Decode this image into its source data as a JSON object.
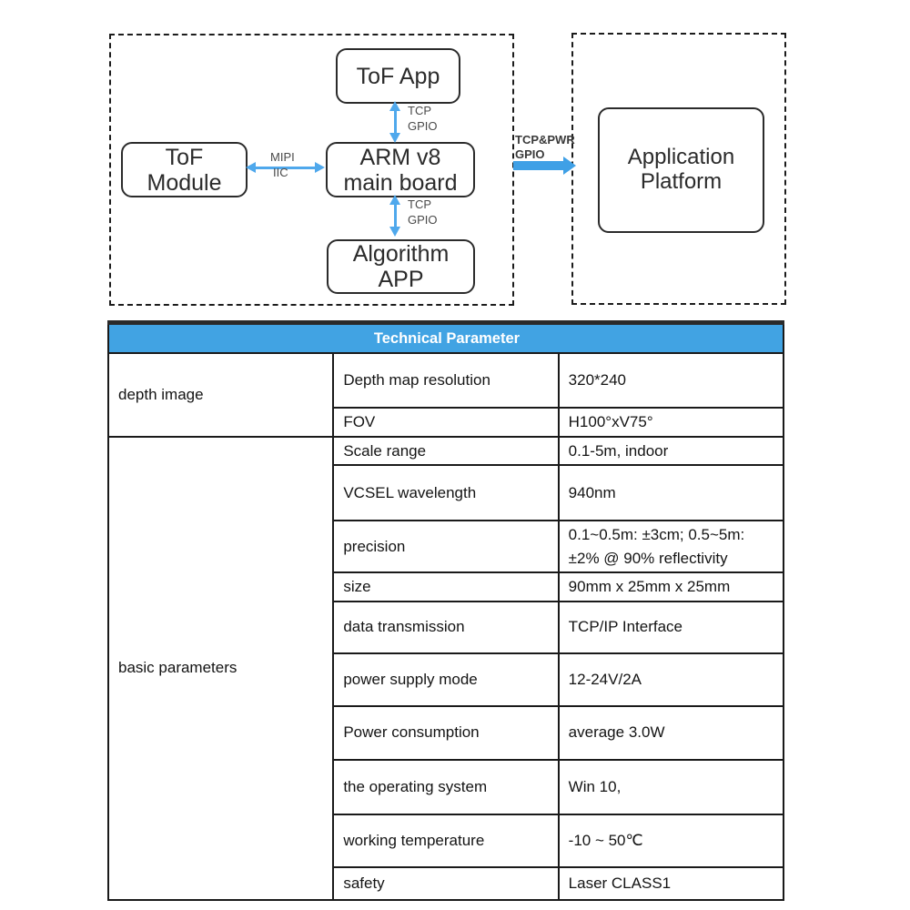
{
  "diagram": {
    "boxes": {
      "tof_app": "ToF App",
      "tof_module_line1": "ToF",
      "tof_module_line2": "Module",
      "arm_line1": "ARM v8",
      "arm_line2": "main board",
      "algorithm_line1": "Algorithm",
      "algorithm_line2": "APP",
      "platform_line1": "Application",
      "platform_line2": "Platform"
    },
    "labels": {
      "tcp_top": "TCP",
      "gpio_top": "GPIO",
      "tcp_bottom": "TCP",
      "gpio_bottom": "GPIO",
      "mipi": "MIPI",
      "iic": "IIC",
      "tcp_pwr": "TCP&PWR",
      "gpio_right": "GPIO"
    },
    "colors": {
      "arrow_blue": "#4FA8EC",
      "thick_arrow_blue": "#3FA0E6"
    }
  },
  "table": {
    "title": "Technical Parameter",
    "header_bg": "#41A3E3",
    "groups": [
      {
        "label": "depth image"
      },
      {
        "label": "basic parameters"
      }
    ],
    "rows": [
      {
        "label": "Depth map resolution",
        "value": "320*240"
      },
      {
        "label": "FOV",
        "value": "H100°xV75°"
      },
      {
        "label": "Scale range",
        "value": "0.1-5m, indoor"
      },
      {
        "label": "VCSEL wavelength",
        "value": "940nm"
      },
      {
        "label": "precision",
        "value": "0.1~0.5m: ±3cm; 0.5~5m: ±2% @ 90% reflectivity"
      },
      {
        "label": "size",
        "value": "90mm x 25mm x 25mm"
      },
      {
        "label": "data transmission",
        "value": "TCP/IP Interface"
      },
      {
        "label": "power supply mode",
        "value": "12-24V/2A"
      },
      {
        "label": "Power consumption",
        "value": "average 3.0W"
      },
      {
        "label": "the operating system",
        "value": "Win 10,"
      },
      {
        "label": "working temperature",
        "value": "-10 ~ 50℃"
      },
      {
        "label": "safety",
        "value": "Laser CLASS1"
      }
    ]
  }
}
